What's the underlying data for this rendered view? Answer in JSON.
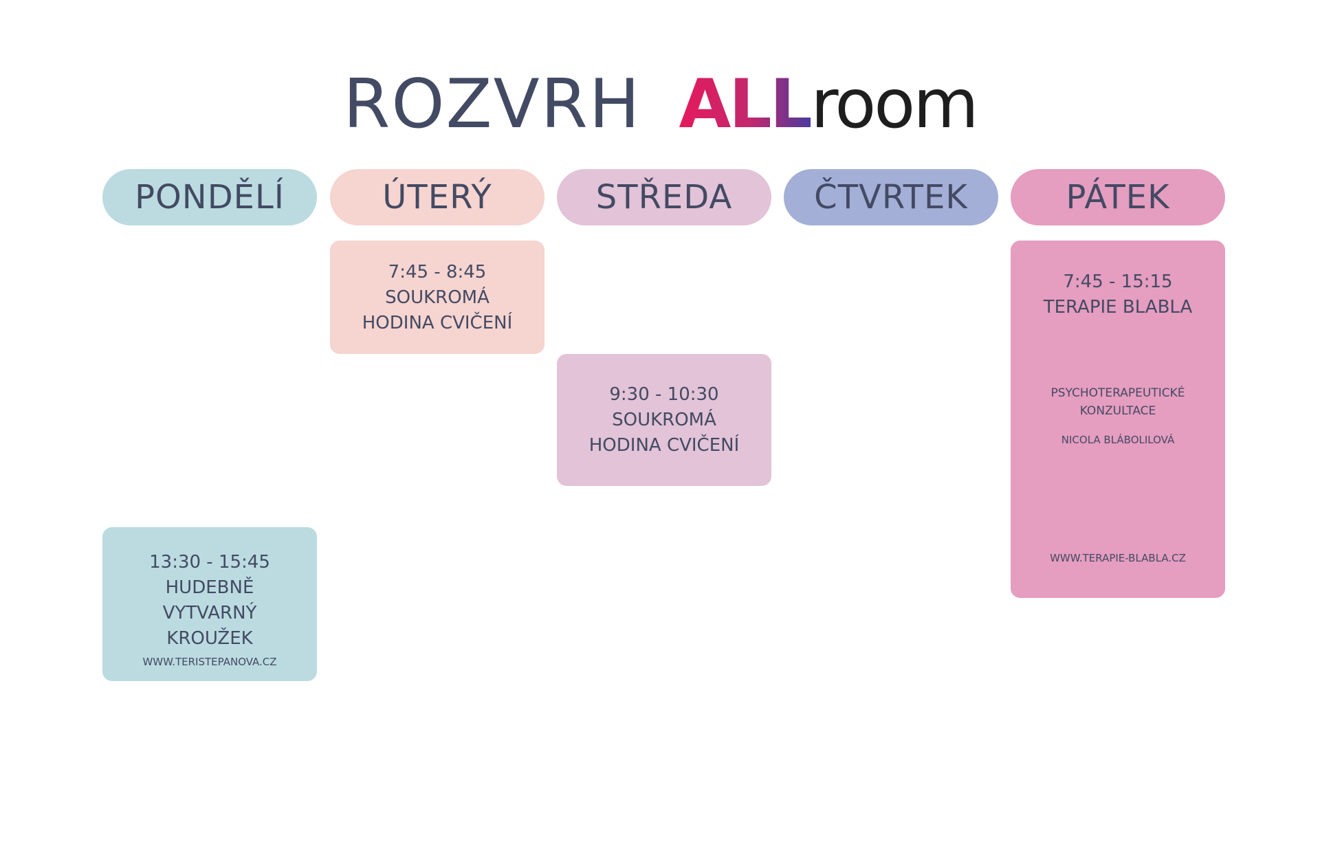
{
  "title": {
    "word": "ROZVRH",
    "logo_part1": "ALL",
    "logo_part2": "room"
  },
  "days": [
    {
      "label": "PONDĚLÍ",
      "color": "#bbdbe0"
    },
    {
      "label": "ÚTERÝ",
      "color": "#f6d4d0"
    },
    {
      "label": "STŘEDA",
      "color": "#e2c3d7"
    },
    {
      "label": "ČTVRTEK",
      "color": "#a3afd6"
    },
    {
      "label": "PÁTEK",
      "color": "#e59dc0"
    }
  ],
  "events": {
    "monday": {
      "time": "13:30 - 15:45",
      "line1": "HUDEBNĚ",
      "line2": "VYTVARNÝ",
      "line3": "KROUŽEK",
      "website": "WWW.TERISTEPANOVA.CZ"
    },
    "tuesday": {
      "time": "7:45 - 8:45",
      "line1": "SOUKROMÁ",
      "line2": "HODINA CVIČENÍ"
    },
    "wednesday": {
      "time": "9:30 - 10:30",
      "line1": "SOUKROMÁ",
      "line2": "HODINA CVIČENÍ"
    },
    "friday": {
      "time": "7:45 - 15:15",
      "title": "TERAPIE BLABLA",
      "desc1": "PSYCHOTERAPEUTICKÉ",
      "desc2": "KONZULTACE",
      "person": "NICOLA BLÁBOLILOVÁ",
      "website": "WWW.TERAPIE-BLABLA.CZ"
    }
  }
}
